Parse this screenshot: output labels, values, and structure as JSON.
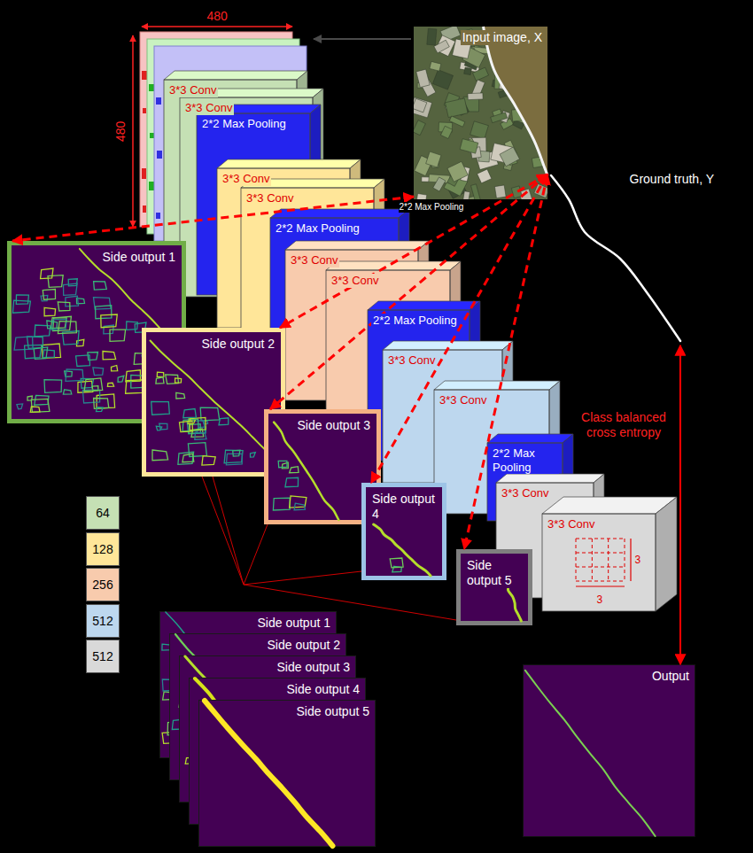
{
  "diagram": {
    "nodes": [
      {
        "text": [
          "3*3 Conv"
        ]
      },
      {
        "text": [
          "3*3 Conv"
        ]
      },
      {
        "text": [
          "2*2 Max Pooling"
        ]
      },
      {
        "text": [
          "3*3 Conv"
        ]
      },
      {
        "text": [
          "3*3 Conv"
        ]
      },
      {
        "text": [
          "2*2 Max Pooling"
        ]
      },
      {
        "text": [
          "3*3 Conv"
        ]
      },
      {
        "text": [
          "3*3 Conv"
        ]
      },
      {
        "text": [
          "2*2 Max Pooling"
        ]
      },
      {
        "text": [
          "3*3 Conv"
        ]
      },
      {
        "text": [
          "3*3 Conv"
        ]
      },
      {
        "text": [
          "2*2 Max Pooling"
        ]
      },
      {
        "text": [
          "3*3 Conv"
        ]
      },
      {
        "text": [
          "3*3 Conv"
        ]
      },
      {
        "text": [
          "Input image, X"
        ]
      },
      {
        "text": [
          "Ground truth, Y"
        ]
      },
      {
        "text": [
          "Side output 1"
        ]
      },
      {
        "text": [
          "Side output 2"
        ]
      },
      {
        "text": [
          "Side output 3"
        ]
      },
      {
        "text": [
          "Side output 4"
        ]
      },
      {
        "text": [
          "Side output 5"
        ]
      },
      {
        "text": [
          "Side output 1"
        ]
      },
      {
        "text": [
          "Side output 2"
        ]
      },
      {
        "text": [
          "Side output 3"
        ]
      },
      {
        "text": [
          "Side output 4"
        ]
      },
      {
        "text": [
          "Side output 5"
        ]
      },
      {
        "text": [
          "Output"
        ]
      }
    ],
    "edges": [
      {
        "from": 14,
        "to": 16,
        "arrow": "both"
      },
      {
        "from": 14,
        "to": 17,
        "arrow": "both"
      },
      {
        "from": 14,
        "to": 18,
        "arrow": "both"
      },
      {
        "from": 14,
        "to": 19,
        "arrow": "both"
      },
      {
        "from": 14,
        "to": 20,
        "arrow": "both"
      },
      {
        "from": 15,
        "to": 26,
        "label": "Class balanced cross entropy",
        "arrow": "both"
      }
    ],
    "labels": [
      "480",
      "480",
      "2*2 Max Pooling",
      "3",
      "3"
    ],
    "legend": [
      {
        "text": "64",
        "color": "#c5e0b4"
      },
      {
        "text": "128",
        "color": "#ffe699"
      },
      {
        "text": "256",
        "color": "#f8cbad"
      },
      {
        "text": "512",
        "color": "#bdd7ee"
      },
      {
        "text": "512",
        "color": "#d9d9d9"
      }
    ]
  }
}
